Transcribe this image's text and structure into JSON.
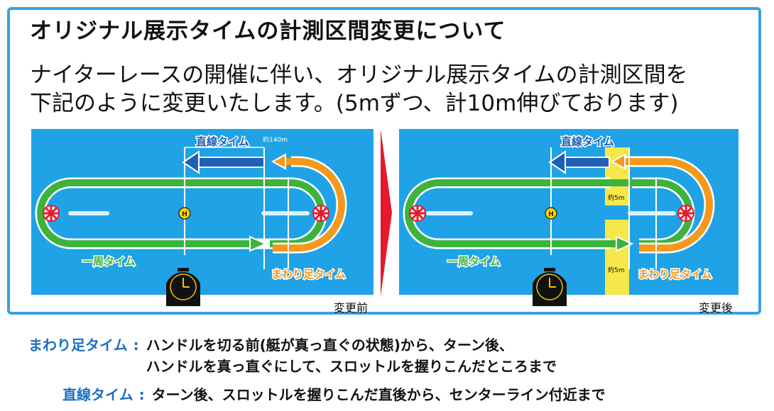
{
  "title": "オリジナル展示タイムの計測区間変更について",
  "description": {
    "line1": "ナイターレースの開催に伴い、オリジナル展示タイムの計測区間を",
    "line2": "下記のように変更いたします。(5mずつ、計10m伸びております)"
  },
  "diagram_before": {
    "caption": "変更前",
    "straight_label": "直線タイム",
    "distance_label": "約140m",
    "lap_label": "一周タイム",
    "turn_label": "まわり足タイム",
    "mark_label": "H"
  },
  "diagram_after": {
    "caption": "変更後",
    "straight_label": "直線タイム",
    "extension_top": "約5m",
    "extension_bottom": "約5m",
    "lap_label": "一周タイム",
    "turn_label": "まわり足タイム",
    "mark_label": "H"
  },
  "legend": [
    {
      "term": "まわり足タイム",
      "desc_line1": "ハンドルを切る前(艇が真っ直ぐの状態)から、ターン後、",
      "desc_line2": "ハンドルを真っ直ぐにして、スロットルを握りこんだところまで"
    },
    {
      "term": "直線タイム",
      "desc_line1": "ターン後、スロットルを握りこんだ直後から、センターライン付近まで"
    }
  ],
  "colors": {
    "border": "#3aa0e0",
    "water": "#1fa3e6",
    "lap_green": "#3db33d",
    "turn_orange": "#f5991e",
    "straight_blue": "#1e5fb8",
    "divider_red": "#e8192c",
    "extension_yellow": "#f6e84a",
    "legend_blue": "#1a6fc0"
  }
}
